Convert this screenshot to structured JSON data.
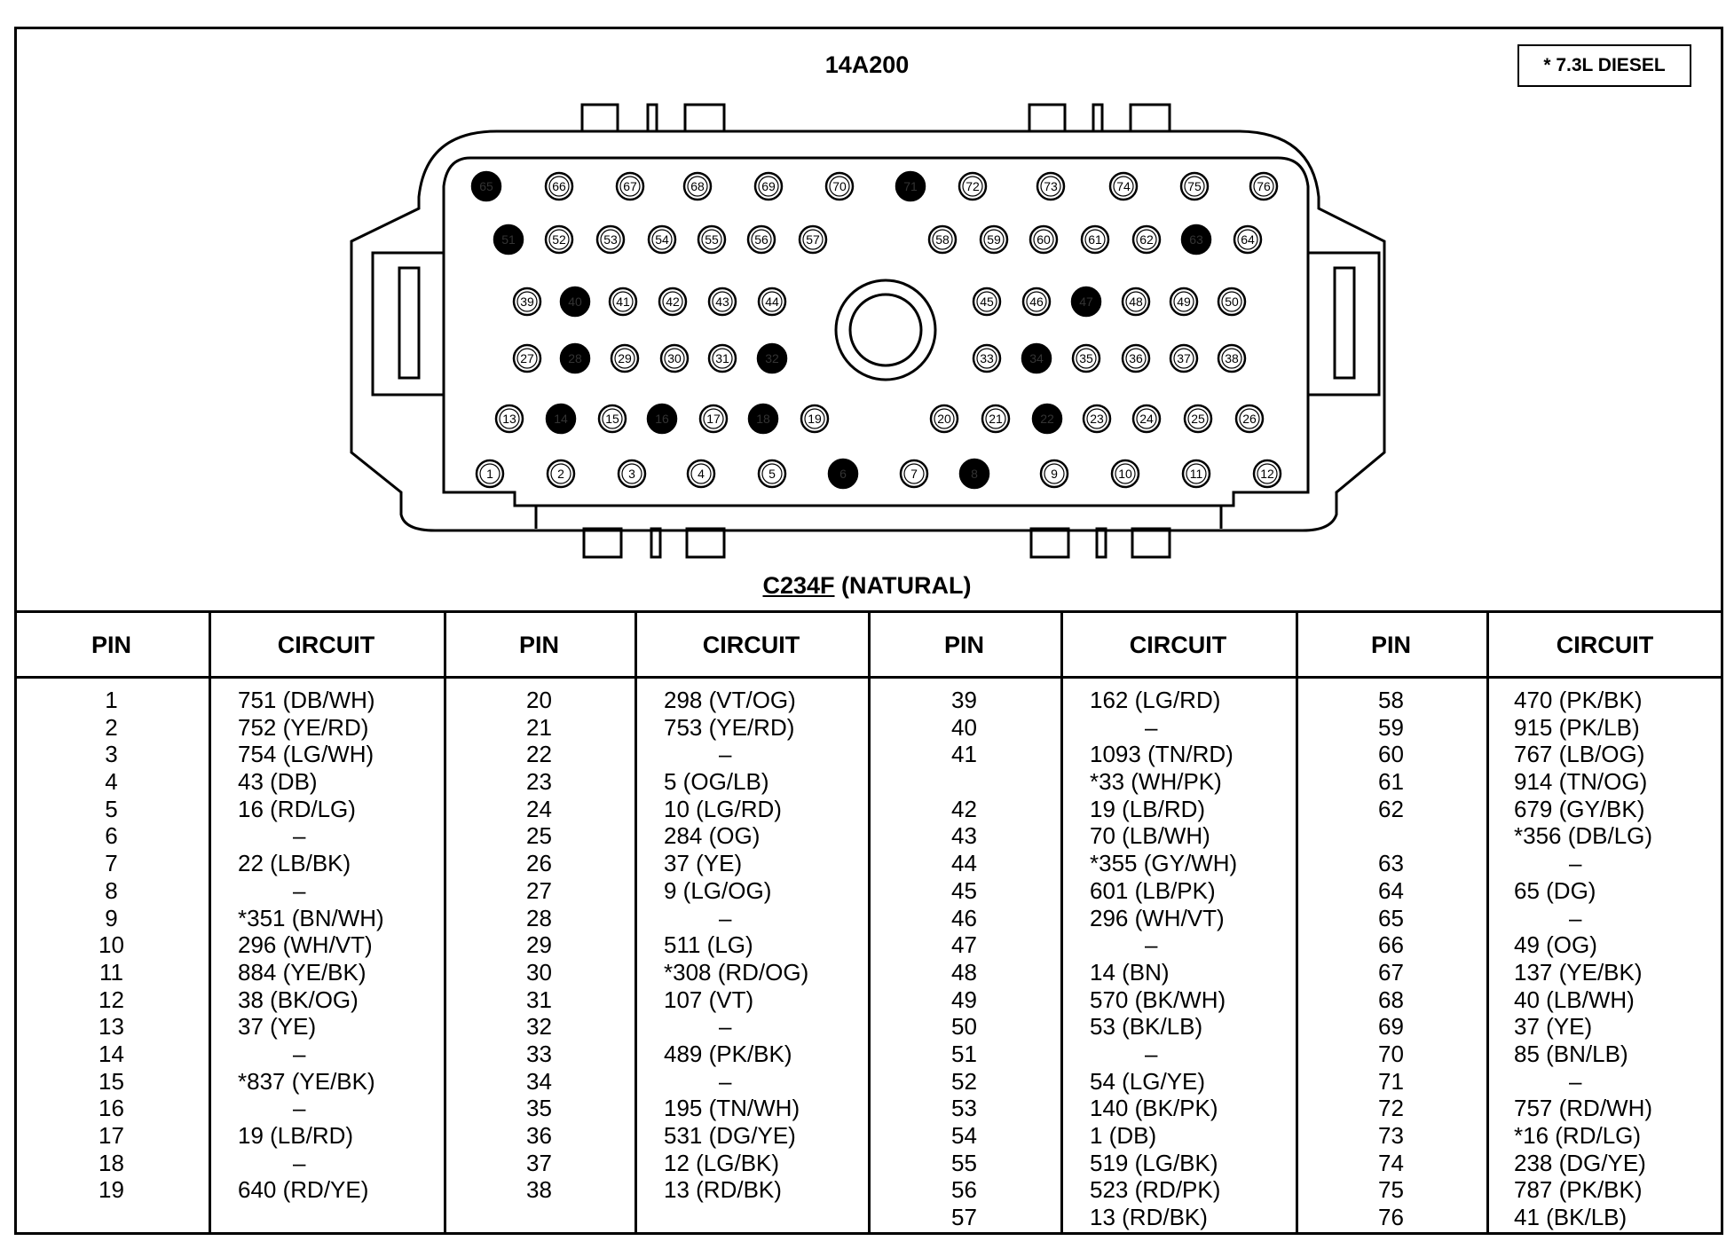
{
  "diagram": {
    "part_number": "14A200",
    "note": "* 7.3L DIESEL",
    "connector_id": "C234F",
    "connector_color": "(NATURAL)",
    "filled_pins": [
      "65",
      "71",
      "51",
      "63",
      "40",
      "47",
      "28",
      "32",
      "34",
      "14",
      "16",
      "18",
      "22",
      "6",
      "8"
    ]
  },
  "table": {
    "headers": {
      "pin": "PIN",
      "circuit": "CIRCUIT"
    },
    "groups": [
      {
        "pins": [
          "1",
          "2",
          "3",
          "4",
          "5",
          "6",
          "7",
          "8",
          "9",
          "10",
          "11",
          "12",
          "13",
          "14",
          "15",
          "16",
          "17",
          "18",
          "19"
        ],
        "circuits": [
          "751 (DB/WH)",
          "752 (YE/RD)",
          "754 (LG/WH)",
          "43 (DB)",
          "16 (RD/LG)",
          "–",
          "22 (LB/BK)",
          "–",
          "*351 (BN/WH)",
          "296 (WH/VT)",
          "884 (YE/BK)",
          "38 (BK/OG)",
          "37 (YE)",
          "–",
          "*837 (YE/BK)",
          "–",
          "19 (LB/RD)",
          "–",
          "640 (RD/YE)"
        ]
      },
      {
        "pins": [
          "20",
          "21",
          "22",
          "23",
          "24",
          "25",
          "26",
          "27",
          "28",
          "29",
          "30",
          "31",
          "32",
          "33",
          "34",
          "35",
          "36",
          "37",
          "38"
        ],
        "circuits": [
          "298 (VT/OG)",
          "753 (YE/RD)",
          "–",
          "5 (OG/LB)",
          "10 (LG/RD)",
          "284 (OG)",
          "37 (YE)",
          "9 (LG/OG)",
          "–",
          "511 (LG)",
          "*308 (RD/OG)",
          "107 (VT)",
          "–",
          "489 (PK/BK)",
          "–",
          "195 (TN/WH)",
          "531 (DG/YE)",
          "12 (LG/BK)",
          "13 (RD/BK)"
        ]
      },
      {
        "pins": [
          "39",
          "40",
          "41",
          "",
          "42",
          "43",
          "44",
          "45",
          "46",
          "47",
          "48",
          "49",
          "50",
          "51",
          "52",
          "53",
          "54",
          "55",
          "56",
          "57"
        ],
        "circuits": [
          "162 (LG/RD)",
          "–",
          "1093 (TN/RD)",
          "*33 (WH/PK)",
          "19 (LB/RD)",
          "70 (LB/WH)",
          "*355 (GY/WH)",
          "601 (LB/PK)",
          "296 (WH/VT)",
          "–",
          "14 (BN)",
          "570 (BK/WH)",
          "53 (BK/LB)",
          "–",
          "54 (LG/YE)",
          "140 (BK/PK)",
          "1 (DB)",
          "519 (LG/BK)",
          "523 (RD/PK)",
          "13 (RD/BK)"
        ]
      },
      {
        "pins": [
          "58",
          "59",
          "60",
          "61",
          "62",
          "",
          "63",
          "64",
          "65",
          "66",
          "67",
          "68",
          "69",
          "70",
          "71",
          "72",
          "73",
          "74",
          "75",
          "76"
        ],
        "circuits": [
          "470 (PK/BK)",
          "915 (PK/LB)",
          "767 (LB/OG)",
          "914 (TN/OG)",
          "679 (GY/BK)",
          "*356 (DB/LG)",
          "–",
          "65 (DG)",
          "–",
          "49 (OG)",
          "137 (YE/BK)",
          "40 (LB/WH)",
          "37 (YE)",
          "85 (BN/LB)",
          "–",
          "757 (RD/WH)",
          "*16 (RD/LG)",
          "238 (DG/YE)",
          "787 (PK/BK)",
          "41 (BK/LB)"
        ]
      }
    ]
  }
}
